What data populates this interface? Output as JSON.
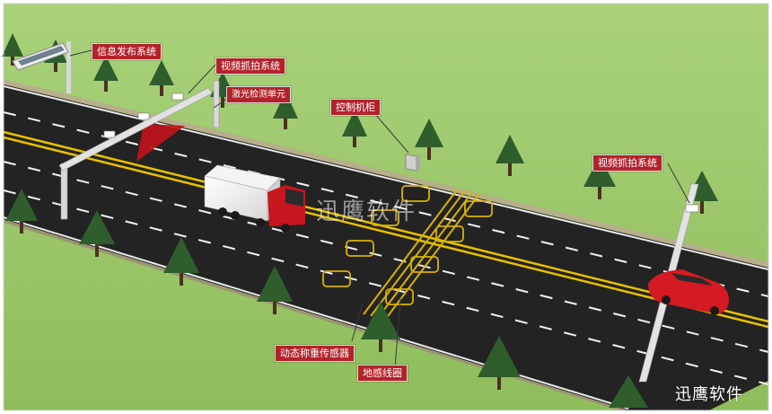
{
  "labels": {
    "info_release": "信息发布系统",
    "video_capture_1": "视频抓拍系统",
    "laser_detector": "激光检测单元",
    "control_cabinet": "控制机柜",
    "video_capture_2": "视频抓拍系统",
    "weigh_sensor": "动态称重传感器",
    "induction_loop": "地感线圈"
  },
  "watermark": {
    "center": "迅鹰软件",
    "corner": "迅鹰软件"
  },
  "colors": {
    "grass": "#9cc86a",
    "road": "#232323",
    "label_bg": "#b3222a",
    "center_line": "#e8c000",
    "truck_cab": "#c8161e",
    "car": "#d41a22"
  },
  "icons": [
    "tree-icon",
    "truck-icon",
    "car-icon",
    "gantry-icon",
    "camera-icon",
    "cabinet-icon"
  ]
}
